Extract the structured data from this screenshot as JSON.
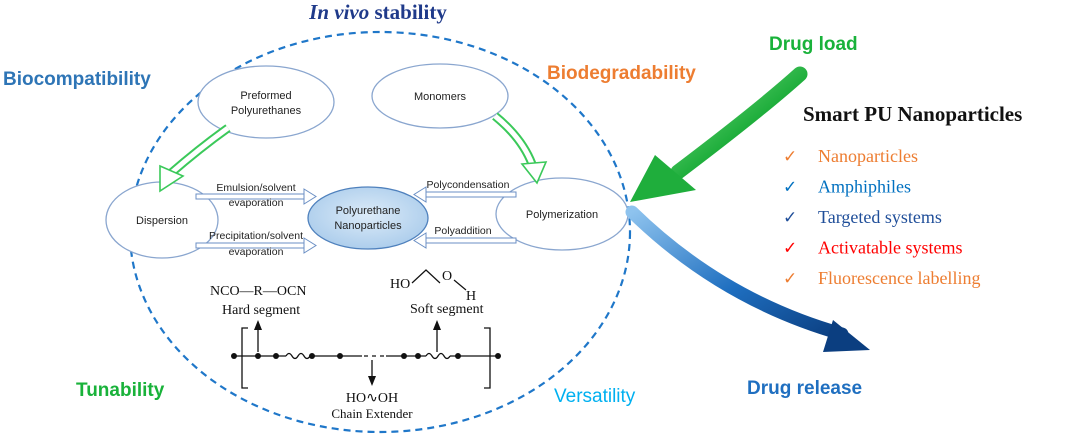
{
  "title": {
    "italic": "In vivo",
    "rest": " stability"
  },
  "properties": {
    "biocompatibility": "Biocompatibility",
    "biodegradability": "Biodegradability",
    "tunability": "Tunability",
    "versatility": "Versatility"
  },
  "nodes": {
    "preformed_line1": "Preformed",
    "preformed_line2": "Polyurethanes",
    "monomers": "Monomers",
    "dispersion": "Dispersion",
    "polymerization": "Polymerization",
    "center_line1": "Polyurethane",
    "center_line2": "Nanoparticles"
  },
  "edges": {
    "emulsion_line1": "Emulsion/solvent",
    "emulsion_line2": "evaporation",
    "precip_line1": "Precipitation/solvent",
    "precip_line2": "evaporation",
    "polycondensation": "Polycondensation",
    "polyaddition": "Polyaddition"
  },
  "chemistry": {
    "hard_formula": "NCO—R—OCN",
    "hard_label": "Hard segment",
    "soft_ho": "HO",
    "soft_o": "O",
    "soft_h": "H",
    "soft_label": "Soft segment",
    "extender_formula": "HO∿OH",
    "extender_label": "Chain Extender"
  },
  "drug": {
    "load": "Drug load",
    "release": "Drug release"
  },
  "smart": {
    "heading": "Smart PU Nanoparticles",
    "check": "✓",
    "items": [
      {
        "label": "Nanoparticles",
        "color": "#ED7D31"
      },
      {
        "label": "Amphiphiles",
        "color": "#0070C0"
      },
      {
        "label": "Targeted systems",
        "color": "#1F4E99"
      },
      {
        "label": "Activatable  systems",
        "color": "#FF0000"
      },
      {
        "label": "Fluorescence labelling",
        "color": "#ED7D31"
      }
    ]
  },
  "colors": {
    "title": "#1F3A8A",
    "biocompatibility": "#2E75B6",
    "biodegradability": "#ED7D31",
    "tunability": "#19B23A",
    "versatility": "#00B0F0",
    "drug_load": "#19B23A",
    "drug_release": "#1F6FC0",
    "dashed": "#1F77C9",
    "node_stroke": "#8AA6CF",
    "center_fill": "#BDD7EE"
  }
}
